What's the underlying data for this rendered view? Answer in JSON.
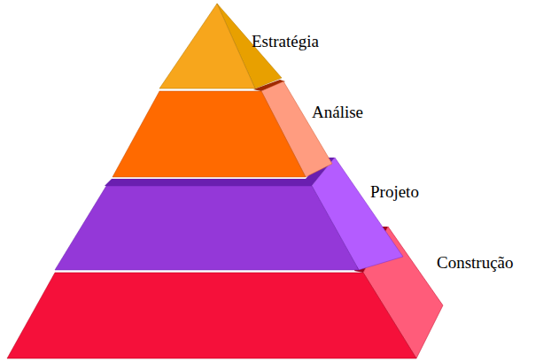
{
  "diagram": {
    "nodes": [
      {
        "text": [
          "Estratégia"
        ]
      },
      {
        "text": [
          "Análise"
        ]
      },
      {
        "text": [
          "Projeto"
        ]
      },
      {
        "text": [
          "Construção"
        ]
      }
    ]
  }
}
